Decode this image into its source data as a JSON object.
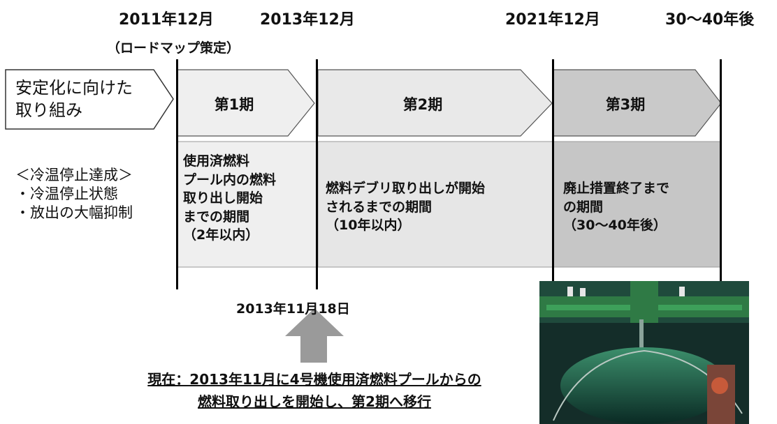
{
  "timeline": {
    "dates": [
      {
        "label": "2011年12月",
        "sub": "（ロードマップ策定）"
      },
      {
        "label": "2013年12月"
      },
      {
        "label": "2021年12月"
      },
      {
        "label": "30〜40年後"
      }
    ]
  },
  "initial_stage": {
    "title_line1": "安定化に向けた",
    "title_line2": "取り組み",
    "note_heading": "＜冷温停止達成＞",
    "note_items": [
      "・冷温停止状態",
      "・放出の大幅抑制"
    ]
  },
  "phases": [
    {
      "label": "第1期",
      "description": [
        "使用済燃料",
        "プール内の燃料",
        "取り出し開始",
        "までの期間",
        "（2年以内）"
      ]
    },
    {
      "label": "第2期",
      "description": [
        "燃料デブリ取り出しが開始",
        "されるまでの期間",
        "（10年以内）"
      ]
    },
    {
      "label": "第3期",
      "description": [
        "廃止措置終了まで",
        "の期間",
        "（30〜40年後）"
      ]
    }
  ],
  "milestone": {
    "date": "2013年11月18日",
    "current_line1": "現在：2013年11月に4号機使用済燃料プールからの",
    "current_line2": "燃料取り出しを開始し、第2期へ移行"
  },
  "colors": {
    "phase1_fill": "#efefef",
    "phase2_fill": "#e9e9e9",
    "phase3_fill": "#c9c9c9",
    "arrow_gray": "#9a9a9a",
    "photo_green": "#2f7a45"
  }
}
